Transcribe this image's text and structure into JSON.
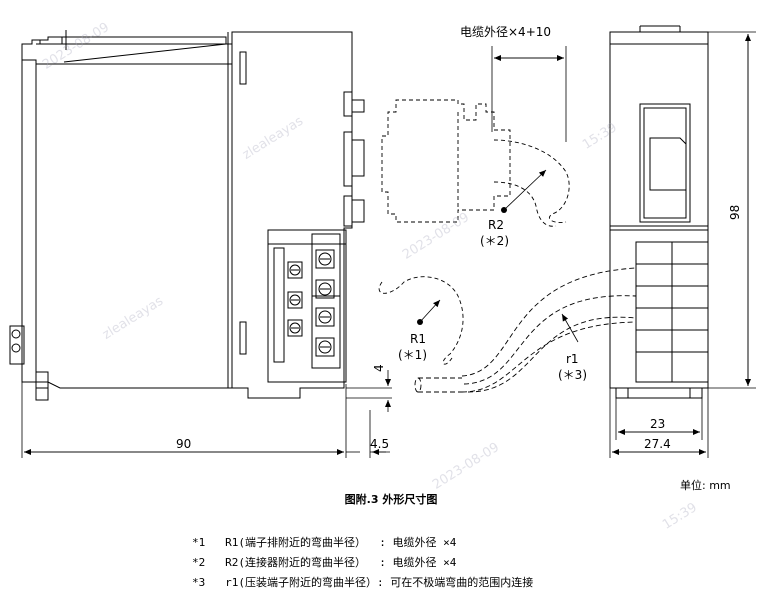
{
  "dimensions": {
    "width_total": "90",
    "height_total": "98",
    "clearance_bottom": "4",
    "terminal_offset": "4.5",
    "depth_23": "23",
    "depth_27": "27.4",
    "cable_dim": "电缆外径×4+10"
  },
  "radii": {
    "r1_label": "R1",
    "r1_ref": "(＊1)",
    "r2_label": "R2",
    "r2_ref": "(＊2)",
    "r3_label": "r1",
    "r3_ref": "(＊3)"
  },
  "unit_label": "单位: mm",
  "caption": "图附.3  外形尺寸图",
  "notes": [
    {
      "mark": "*1",
      "text": "R1(端子排附近的弯曲半径）  : 电缆外径 ×4"
    },
    {
      "mark": "*2",
      "text": "R2(连接器附近的弯曲半径）  : 电缆外径 ×4"
    },
    {
      "mark": "*3",
      "text": "r1(压装端子附近的弯曲半径）: 可在不极端弯曲的范围内连接"
    }
  ],
  "watermarks": [
    "2023-08-09",
    "15:39",
    "zlealeayas"
  ]
}
